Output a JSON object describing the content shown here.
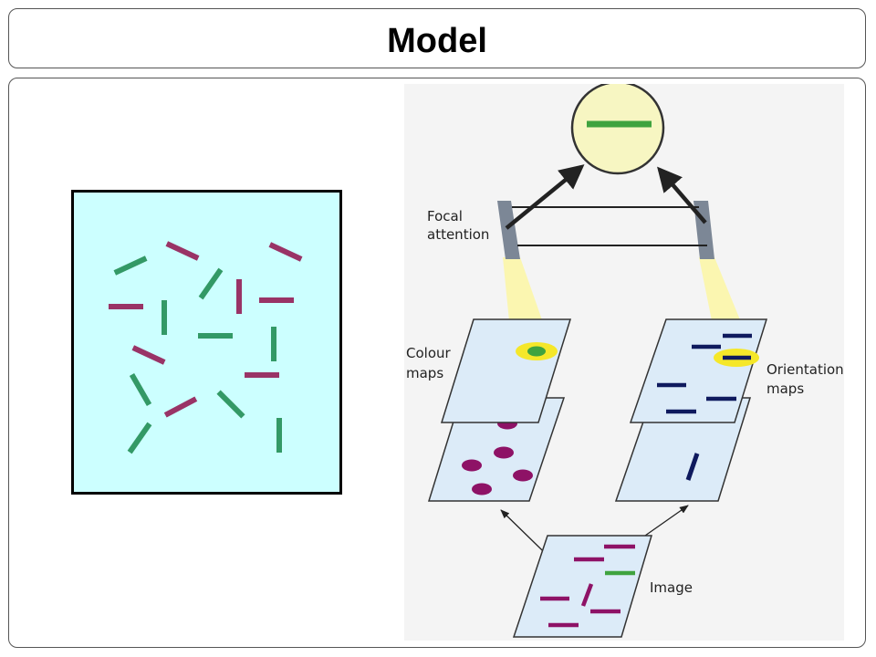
{
  "slide": {
    "title": "Model"
  },
  "stimulus": {
    "background_color": "#ccffff",
    "bar_colors": {
      "green": "#339966",
      "purple": "#993366"
    },
    "bars": [
      {
        "color": "green",
        "angle": -25
      },
      {
        "color": "purple",
        "angle": 25
      },
      {
        "color": "purple",
        "angle": 25
      },
      {
        "color": "green",
        "angle": -55
      },
      {
        "color": "purple",
        "angle": 0
      },
      {
        "color": "green",
        "angle": 90
      },
      {
        "color": "purple",
        "angle": 90
      },
      {
        "color": "purple",
        "angle": 0
      },
      {
        "color": "green",
        "angle": 0
      },
      {
        "color": "green",
        "angle": 90
      },
      {
        "color": "purple",
        "angle": 25
      },
      {
        "color": "purple",
        "angle": 0
      },
      {
        "color": "green",
        "angle": 60
      },
      {
        "color": "purple",
        "angle": -28
      },
      {
        "color": "green",
        "angle": 45
      },
      {
        "color": "green",
        "angle": -55
      },
      {
        "color": "green",
        "angle": 90
      }
    ]
  },
  "model_diagram": {
    "labels": {
      "focal_line1": "Focal",
      "focal_line2": "attention",
      "colour_line1": "Colour",
      "colour_line2": "maps",
      "orientation_line1": "Orientation",
      "orientation_line2": "maps",
      "image": "Image"
    },
    "colors": {
      "map_fill": "#dcebf8",
      "beam": "#fbf6b0",
      "output_circle": "#f7f6c2",
      "highlight": "#f5e72a",
      "navy": "#0f1a5e",
      "magenta": "#8e1266",
      "green": "#3fa33f",
      "projector": "#7c8796"
    }
  }
}
